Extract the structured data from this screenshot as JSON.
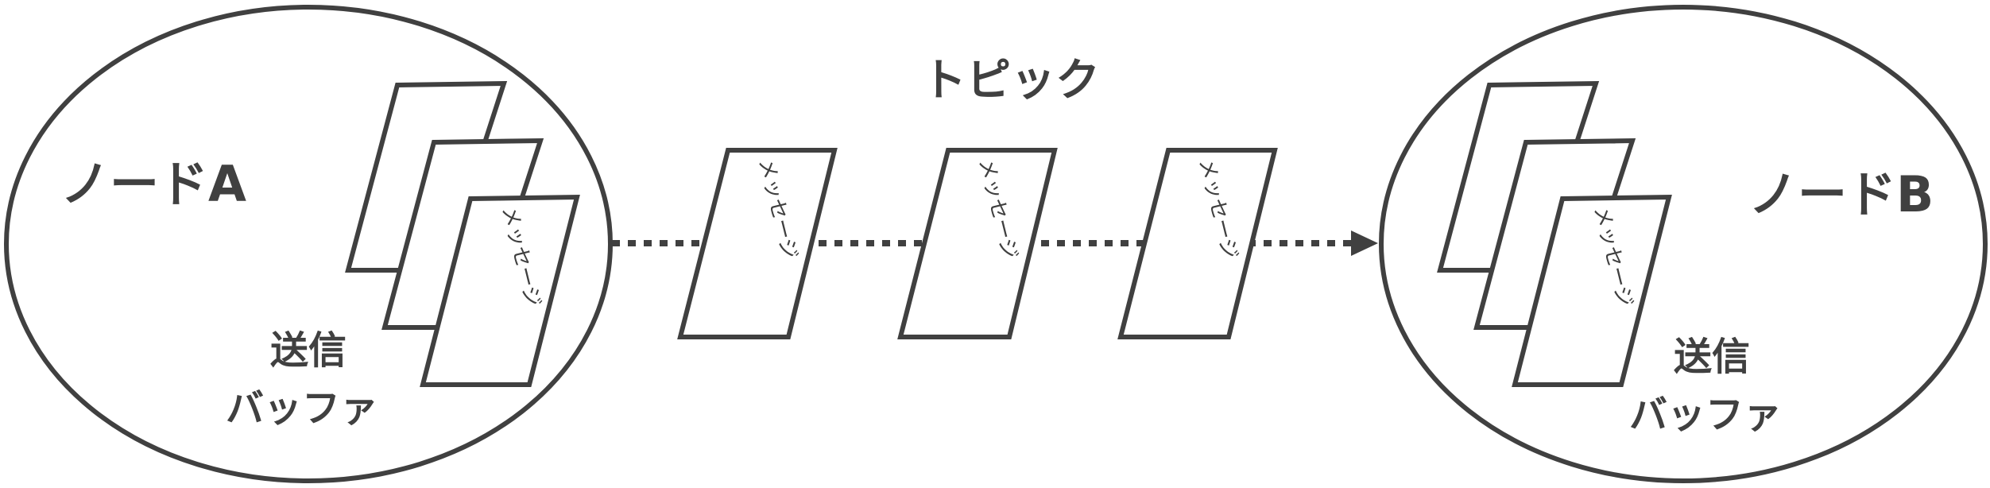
{
  "node_a": {
    "label": "ノードA",
    "buffer_line1": "送信",
    "buffer_line2": "バッファ"
  },
  "node_b": {
    "label": "ノードB",
    "buffer_line1": "送信",
    "buffer_line2": "バッファ"
  },
  "topic": {
    "label": "トピック"
  },
  "message_label": "メッセージ",
  "colors": {
    "stroke": "#404040",
    "background": "#ffffff"
  }
}
